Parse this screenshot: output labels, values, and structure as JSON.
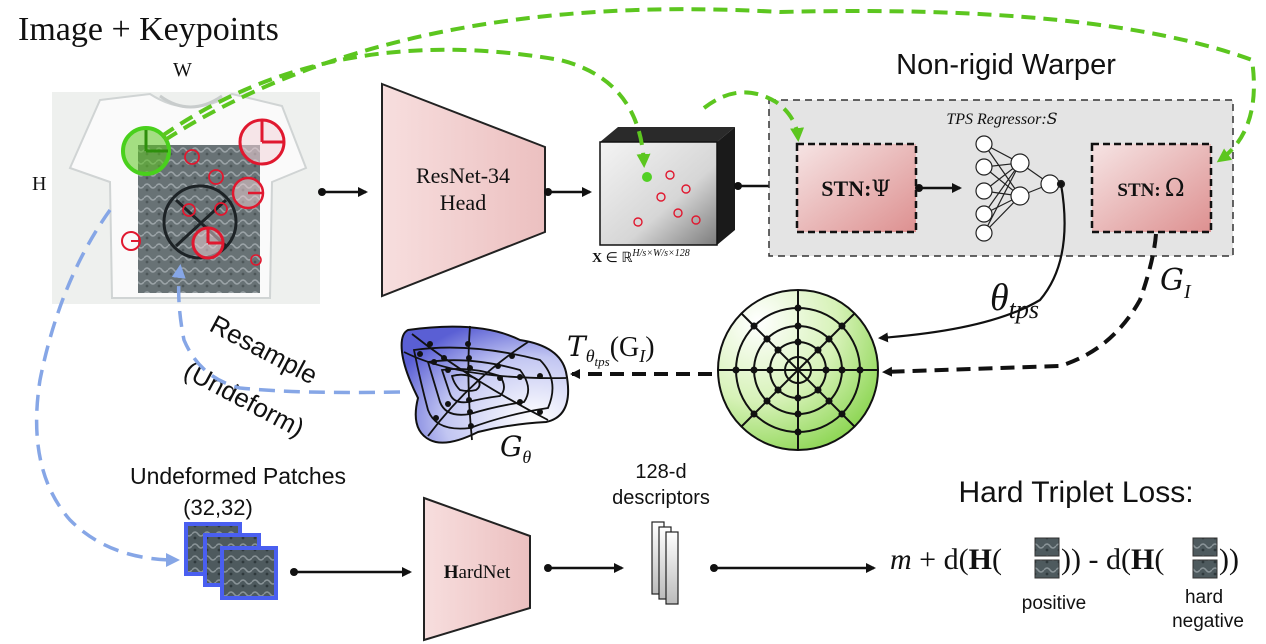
{
  "title": "Image + Keypoints",
  "image": {
    "width_label": "W",
    "height_label": "H"
  },
  "encoder": {
    "name": "ResNet-34",
    "sub": "Head"
  },
  "feature": {
    "label_bold": "X",
    "label_rest": " ∈ ℝ",
    "label_sup": "H/s×W/s×128"
  },
  "warper": {
    "title": "Non-rigid Warper",
    "regressor_label": "TPS Regressor:",
    "regressor_symbol": "S",
    "stn1": {
      "label": "STN:",
      "symbol": "Ψ"
    },
    "stn2": {
      "label": "STN:",
      "symbol": "Ω"
    }
  },
  "theta": {
    "main": "θ",
    "sub": "tps"
  },
  "grid_label": {
    "main": "G",
    "sub": "I"
  },
  "transform_label": {
    "main": "T",
    "sub": "θ",
    "subsub": "tps",
    "arg": "(G",
    "arg_sub": "I",
    "close": ")"
  },
  "warped_grid_label": {
    "main": "G",
    "sub": "θ"
  },
  "resample": {
    "line1": "Resample",
    "line2": "(Undeform)"
  },
  "patches": {
    "title": "Undeformed Patches",
    "size": "(32,32)"
  },
  "hardnet": {
    "bold": "H",
    "rest": "ardNet"
  },
  "descriptors": {
    "line1": "128-d",
    "line2": "descriptors"
  },
  "loss": {
    "title": "Hard Triplet Loss:",
    "m": "m",
    "plus": " + d(",
    "H": "H",
    "open": "(",
    "close1": "))",
    "minus": " - d(",
    "close2": "))",
    "positive": "positive",
    "hard": "hard",
    "negative": "negative"
  },
  "colors": {
    "green": "#5cc61f",
    "blue_dashed": "#86a6e6",
    "red_kp": "#e0182f",
    "stn_fill": "#e6a0a0",
    "encoder_fill": "#f4d6d6",
    "regressor_bg": "#e4e4e4"
  }
}
